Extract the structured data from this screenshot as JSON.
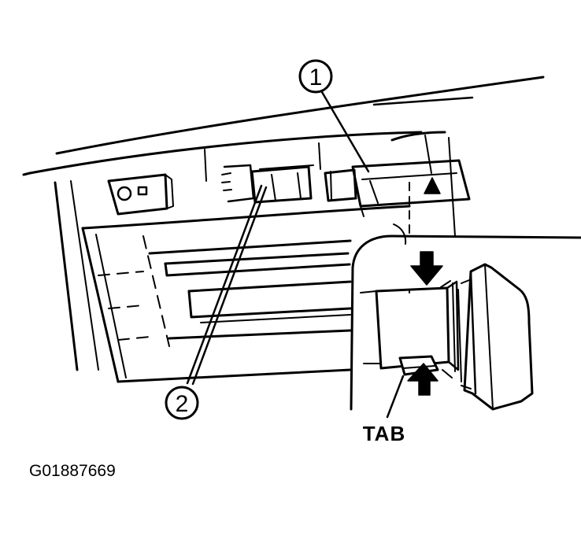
{
  "diagram": {
    "callouts": [
      {
        "id": "1",
        "label": "1"
      },
      {
        "id": "2",
        "label": "2"
      }
    ],
    "tab_label": "TAB",
    "figure_id": "G01887669",
    "icons": [
      "hazard-warning-icon",
      "press-arrow-down-icon",
      "press-arrow-up-icon"
    ],
    "colors": {
      "ink": "#000000",
      "paper": "#ffffff"
    }
  }
}
